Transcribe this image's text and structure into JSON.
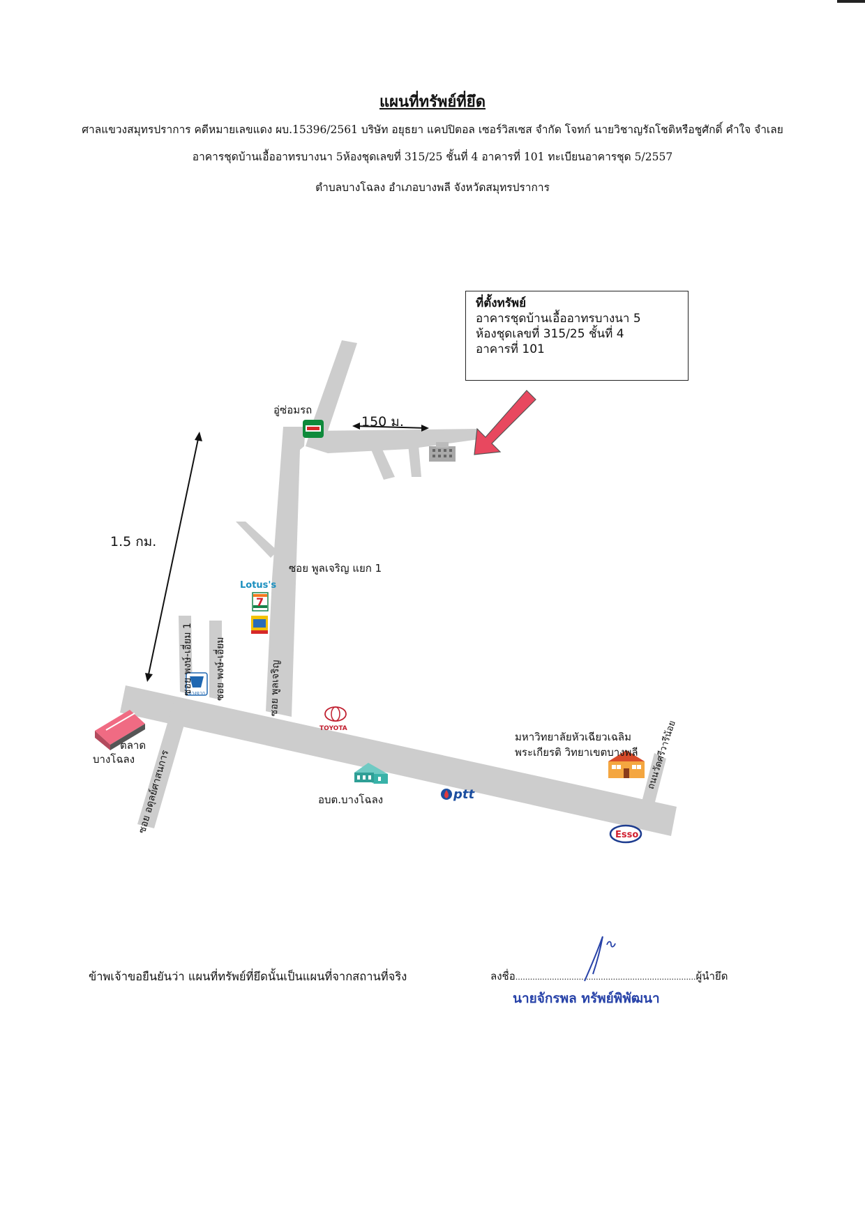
{
  "document": {
    "title": "แผนที่ทรัพย์ที่ยึด",
    "line1": "ศาลแขวงสมุทรปราการ คดีหมายเลขแดง ผบ.15396/2561 บริษัท อยุธยา แคปปิตอล เซอร์วิสเซส จำกัด โจทก์ นายวิชาญรัถโชติหรือชูศักดิ์ คำใจ จำเลย",
    "line2": "อาคารชุดบ้านเอื้ออาทรบางนา 5ห้องชุดเลขที่ 315/25 ชั้นที่ 4 อาคารที่ 101 ทะเบียนอาคารชุด 5/2557",
    "line3": "ตำบลบางโฉลง อำเภอบางพลี จังหวัดสมุทรปราการ"
  },
  "callout": {
    "title": "ที่ตั้งทรัพย์",
    "lines": [
      "อาคารชุดบ้านเอื้ออาทรบางนา 5",
      "ห้องชุดเลขที่ 315/25 ชั้นที่ 4",
      "อาคารที่ 101"
    ]
  },
  "map_labels": {
    "repair_shop": "อู่ซ่อมรถ",
    "distance_short": "150 ม.",
    "distance_long": "1.5 กม.",
    "soi_phunlacharoen_1": "ซอย พูลเจริญ แยก 1",
    "soi_phongsa_iam_1": "ซอย พงษ์-เอี่ยม 1",
    "soi_phongsa_iam": "ซอย พงษ์-เอี่ยม",
    "soi_phunlacharoen": "ซอย พูลเจริญ",
    "soi_atthayut": "ซอย อดุลย์ศาสนการ",
    "market_line1": "ตลาด",
    "market_line2": "บางโฉลง",
    "tambon_office": "อบต.บางโฉลง",
    "university_line1": "มหาวิทยาลัยหัวเฉียวเฉลิม",
    "university_line2": "พระเกียรติ วิทยาเขตบางพลี",
    "road_wat_sri_wa_noi": "ถนนวัดศรีวารีน้อย"
  },
  "brands": {
    "lotus": "Lotus's",
    "seven": "7",
    "toyota": "TOYOTA",
    "ptt": "ptt",
    "esso": "Esso",
    "bank": "บางจาก"
  },
  "footer": {
    "statement": "ข้าพเจ้าขอยืนยันว่า แผนที่ทรัพย์ที่ยึดนั้นเป็นแผนที่จากสถานที่จริง",
    "sign_prefix": "ลงชื่อ",
    "sign_dots": "..........................................................................",
    "sign_suffix": "ผู้นำยึด",
    "officer_name": "นายจักรพล ทรัพย์พิพัฒนา"
  },
  "colors": {
    "road": "#cdcdcd",
    "arrow": "#e8485f",
    "signature": "#2742a8",
    "esso": "#d1202f",
    "seven_green": "#16834a",
    "seven_orange": "#f47a20"
  }
}
